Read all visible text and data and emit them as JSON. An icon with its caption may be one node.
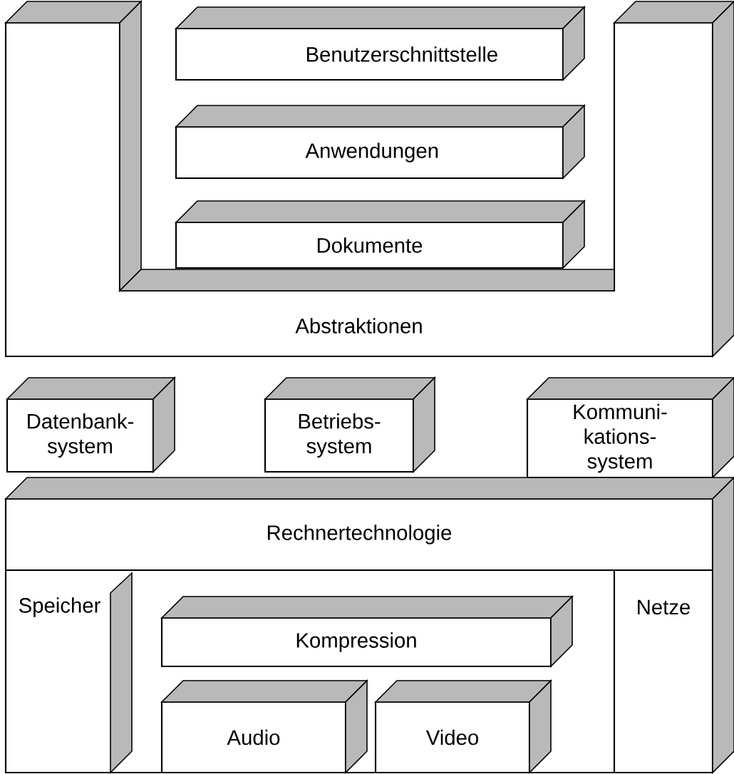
{
  "diagram": {
    "nodes": [
      {
        "text": [
          "Abstraktionen"
        ]
      },
      {
        "text": [
          "Benutzerschnittstelle"
        ],
        "in": 0
      },
      {
        "text": [
          "Anwendungen"
        ],
        "in": 0
      },
      {
        "text": [
          "Dokumente"
        ],
        "in": 0
      },
      {
        "text": [
          "Datenbank- system"
        ]
      },
      {
        "text": [
          "Betriebs- system"
        ]
      },
      {
        "text": [
          "Kommuni- kations- system"
        ]
      },
      {
        "text": [
          "Rechnertechnologie"
        ]
      },
      {
        "text": [
          "Speicher"
        ],
        "in": 7
      },
      {
        "text": [
          "Kompression"
        ],
        "in": 7
      },
      {
        "text": [
          "Netze"
        ],
        "in": 7
      },
      {
        "text": [
          "Audio"
        ],
        "in": 7
      },
      {
        "text": [
          "Video"
        ],
        "in": 7
      }
    ]
  }
}
